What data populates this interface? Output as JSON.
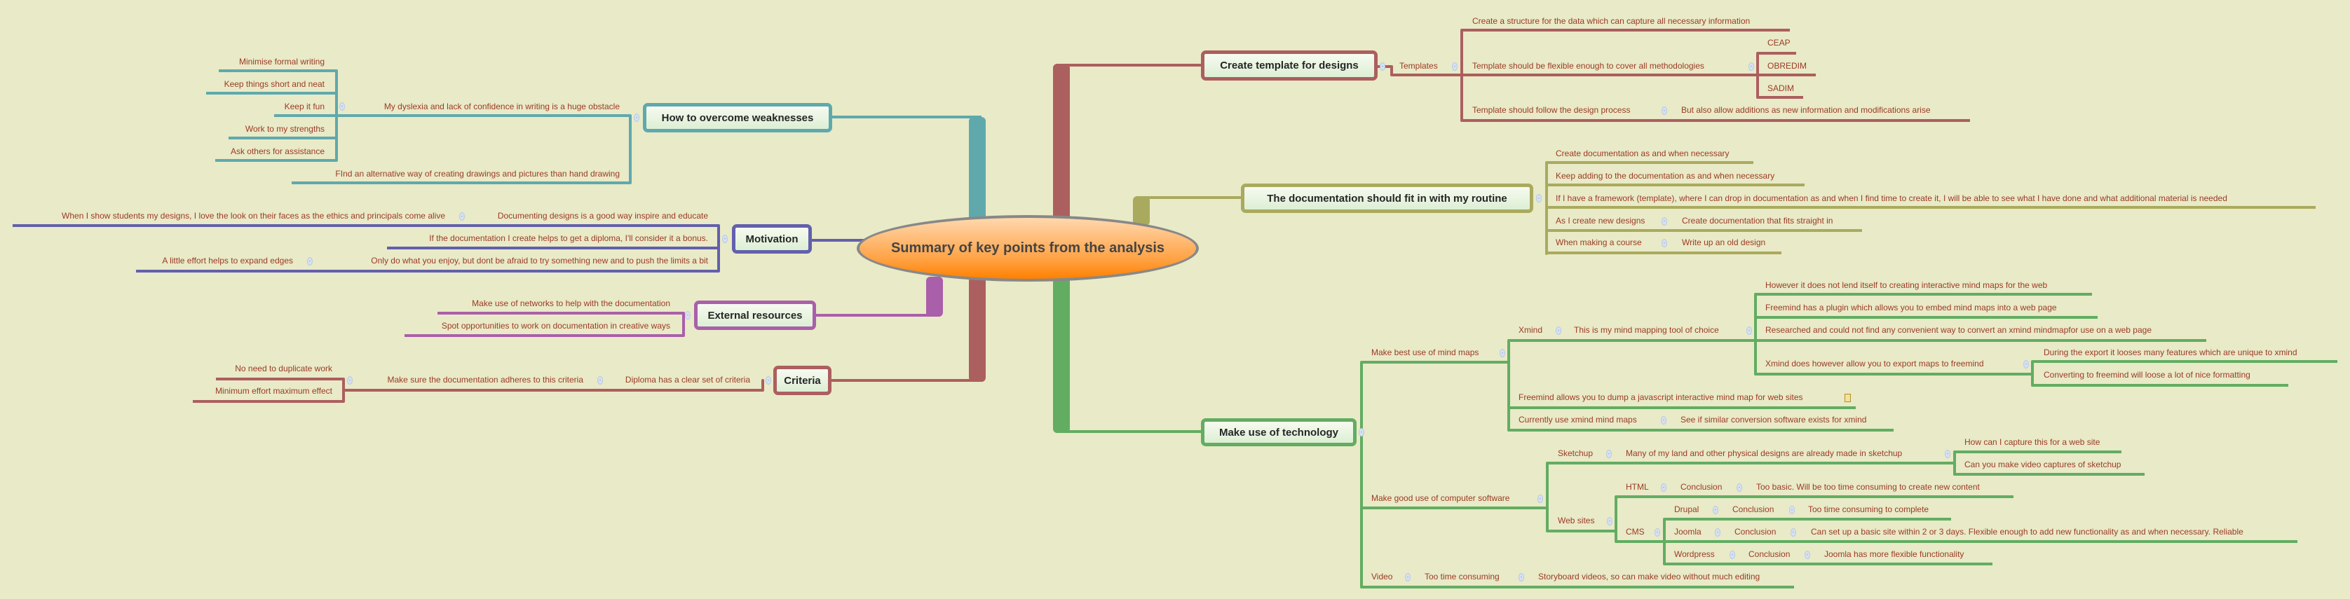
{
  "colors": {
    "background": "#e9eac7",
    "teal": "#5fa9ad",
    "purple": "#6360ac",
    "magenta": "#aa5faa",
    "red": "#ac5f5f",
    "olive": "#aaaa5e",
    "green": "#62ad62",
    "text": "#9b3a26"
  },
  "central_topic": "Summary of key points from the analysis",
  "weaknesses": {
    "title": "How to overcome weaknesses",
    "obstacle": "My dyslexia and lack of confidence in writing is a huge obstacle",
    "tips": [
      "Minimise formal writing",
      "Keep things short and neat",
      "Keep it fun",
      "Work to my strengths",
      "Ask others for assistance"
    ],
    "alternative": "FInd an alternative way of creating drawings and pictures than hand drawing"
  },
  "motivation": {
    "title": "Motivation",
    "inspire": "Documenting designs is a good way inspire and educate",
    "inspire_detail": "When I show students my designs, I love the look on their faces as the ethics and principals come alive",
    "diploma": "If the documentation I create helps to get a diploma, I'll consider it a bonus.",
    "enjoy": "Only do what you enjoy, but dont be afraid to try something new and to push the limits a bit",
    "enjoy_detail": "A little effort helps to expand edges"
  },
  "external": {
    "title": "External resources",
    "items": [
      "Make use of networks to help with the documentation",
      "Spot opportunities to work on documentation in creative ways"
    ]
  },
  "criteria": {
    "title": "Criteria",
    "criterion": "Diploma has a clear set of criteria",
    "action": "Make sure the documentation adheres to this criteria",
    "points": [
      "No need to duplicate work",
      "Minimum effort maximum effect"
    ]
  },
  "templates": {
    "title": "Create template for designs",
    "label": "Templates",
    "structure": "Create a structure for the data which can capture all necessary information",
    "flexible": "Template should be flexible enough to cover all methodologies",
    "methodologies": [
      "CEAP",
      "OBREDIM",
      "SADIM"
    ],
    "follow": "Template should follow the design process",
    "follow_detail": "But also allow additions as new information and modifications arise"
  },
  "routine": {
    "title": "The documentation should fit in with my routine",
    "items": [
      "Create documentation as and when necessary",
      "Keep adding to the documentation as and when necessary",
      "If I have a framework (template), where I can drop in documentation as and when I find time to create it, I will be able to see what I have done and what additional material is needed"
    ],
    "new_designs": "As I create new designs",
    "new_designs_detail": "Create documentation that fits straight in",
    "course": "When making a course",
    "course_detail": "Write up an old design"
  },
  "technology": {
    "title": "Make use of technology",
    "mind_maps": {
      "label": "Make best use of mind maps",
      "xmind": "Xmind",
      "xmind_detail": "This is my mind mapping tool of choice",
      "points": [
        "However it does not lend itself to creating interactive mind maps for the web",
        "Freemind has a plugin which allows you to embed mind maps into a web page",
        "Researched and could not find any convenient way to convert an xmind mindmapfor use on a web page",
        "Xmind does however allow you to export maps to freemind"
      ],
      "export_points": [
        "During the export it looses many features which are unique to xmind",
        "Converting to freemind will loose a lot of nice formatting"
      ],
      "freemind": "Freemind allows you to dump a javascript interactive mind map for web sites",
      "current": "Currently use xmind mind maps",
      "current_detail": "See if similar conversion software exists for xmind"
    },
    "software": {
      "label": "Make good use of computer software",
      "sketchup": "Sketchup",
      "sketchup_detail": "Many of my land and other physical designs are already made in sketchup",
      "sketchup_questions": [
        "How can I capture this for a web site",
        "Can you make video captures of sketchup"
      ],
      "web_sites": "Web sites",
      "html": "HTML",
      "conclusion": "Conclusion",
      "html_conclusion": "Too basic. Will be too time consuming to create new content",
      "cms": "CMS",
      "cms_options": [
        {
          "name": "Drupal",
          "conclusion": "Too time consuming to complete"
        },
        {
          "name": "Joomla",
          "conclusion": "Can set up a basic site within 2 or 3 days. Flexible enough to add new functionality as and when necessary. Reliable"
        },
        {
          "name": "Wordpress",
          "conclusion": "Joomla has more flexible functionality"
        }
      ]
    },
    "video": {
      "label": "Video",
      "detail": "Too time consuming",
      "detail2": "Storyboard videos, so can make video without much editing"
    }
  }
}
